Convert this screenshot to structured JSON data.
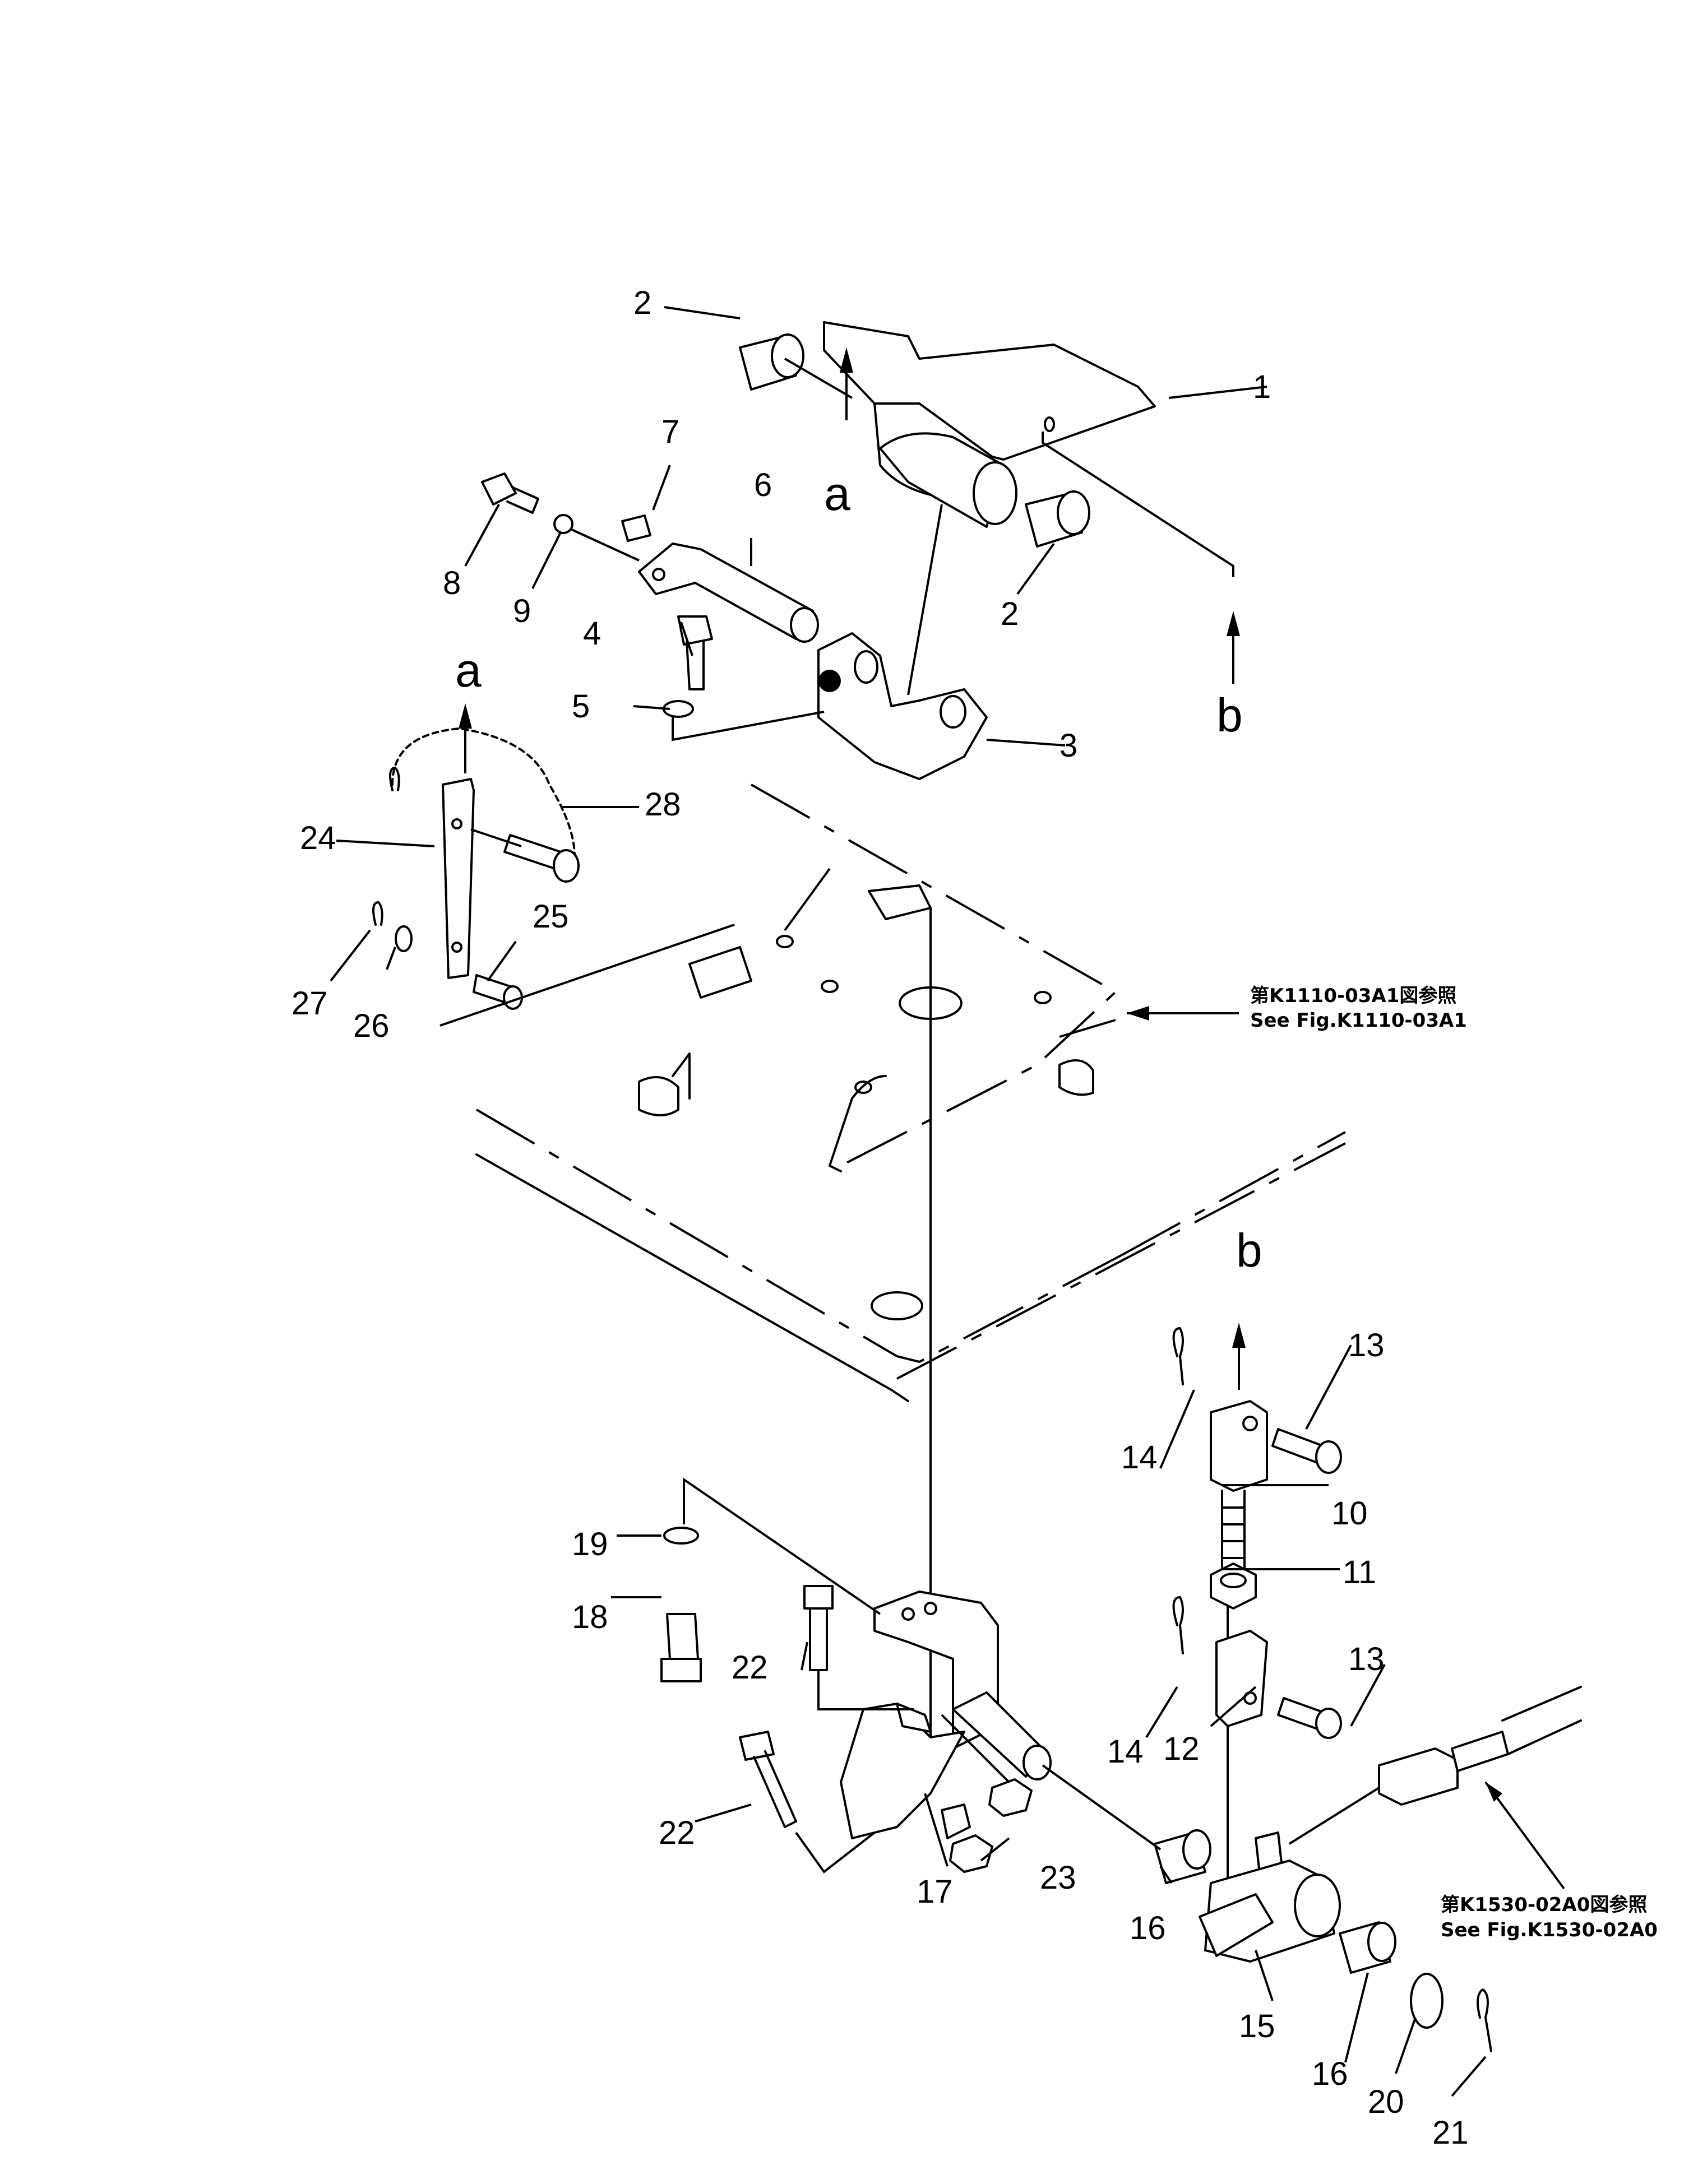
{
  "refs": {
    "top_jp": "第K1110-03A1図参照",
    "top_en": "See Fig.K1110-03A1",
    "bottom_jp": "第K1530-02A0図参照",
    "bottom_en": "See Fig.K1530-02A0"
  },
  "letters": {
    "a": "a",
    "b": "b"
  },
  "part_numbers": {
    "p1": "1",
    "p2": "2",
    "p3": "3",
    "p4": "4",
    "p5": "5",
    "p6": "6",
    "p7": "7",
    "p8": "8",
    "p9": "9",
    "p10": "10",
    "p11": "11",
    "p12": "12",
    "p13": "13",
    "p14": "14",
    "p15": "15",
    "p16": "16",
    "p17": "17",
    "p18": "18",
    "p19": "19",
    "p20": "20",
    "p21": "21",
    "p22": "22",
    "p23": "23",
    "p24": "24",
    "p25": "25",
    "p26": "26",
    "p27": "27",
    "p28": "28"
  }
}
